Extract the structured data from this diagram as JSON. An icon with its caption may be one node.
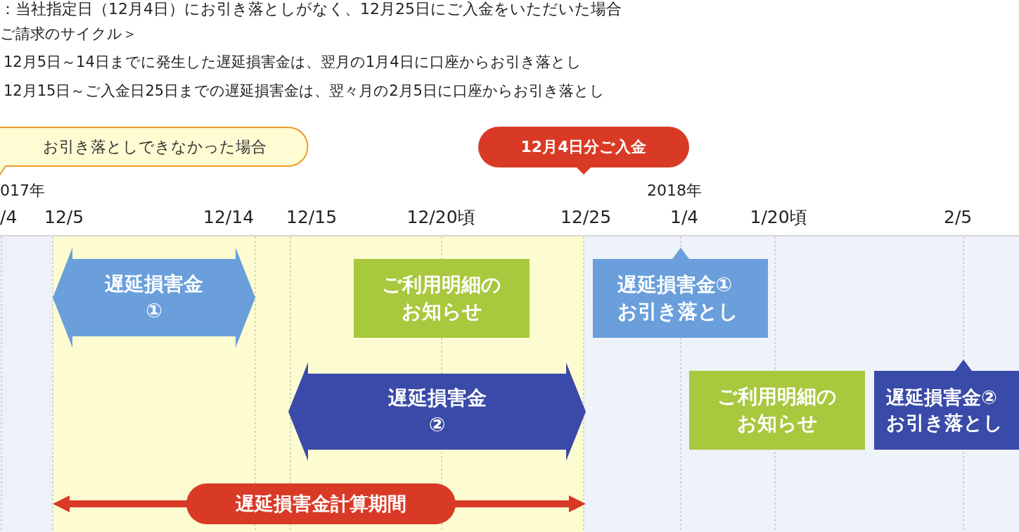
{
  "diagram": {
    "nodes": [
      {
        "text": [
          "お引き落としできなかった場合"
        ]
      },
      {
        "text": [
          "12月4日分ご入金"
        ]
      },
      {
        "text": [
          "遅延損害金①"
        ]
      },
      {
        "text": [
          "ご利用明細のお知らせ"
        ]
      },
      {
        "text": [
          "遅延損害金①お引き落とし"
        ]
      },
      {
        "text": [
          "遅延損害金②"
        ]
      },
      {
        "text": [
          "ご利用明細のお知らせ"
        ]
      },
      {
        "text": [
          "遅延損害金②お引き落とし"
        ]
      },
      {
        "text": [
          "遅延損害金計算期間"
        ]
      }
    ],
    "labels": [
      "：当社指定日（12月4日）にお引き落としがなく、12月25日にご入金をいただいた場合",
      "ご請求のサイクル＞",
      "12月5日～14日までに発生した遅延損害金は、翌月の1月4日に口座からお引き落とし",
      "12月15日～ご入金日25日までの遅延損害金は、翌々月の2月5日に口座からお引き落とし",
      "017年",
      "2018年",
      "/4",
      "12/5",
      "12/14",
      "12/15",
      "12/20頃",
      "12/25",
      "1/4",
      "1/20頃",
      "2/5"
    ]
  }
}
